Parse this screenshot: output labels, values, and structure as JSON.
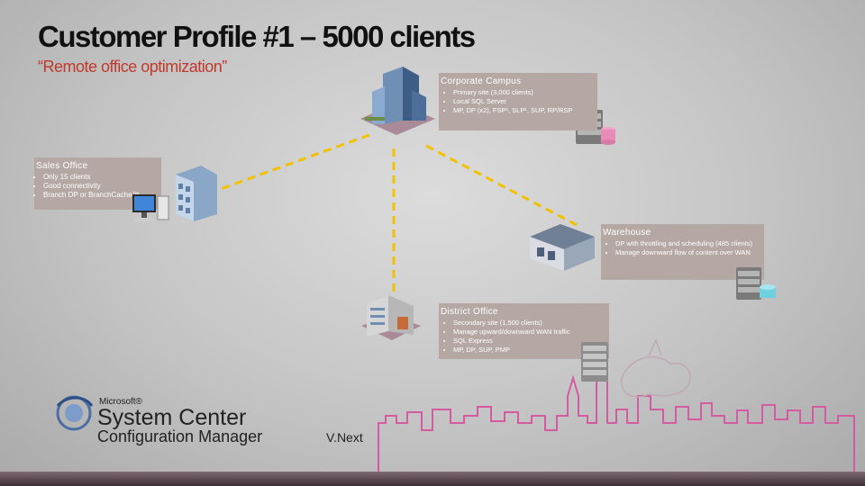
{
  "slide": {
    "title": "Customer Profile #1 – 5000 clients",
    "subtitle": "“Remote office optimization”"
  },
  "sites": {
    "corporate": {
      "heading": "Corporate Campus",
      "bullets": [
        "Primary site (3,000 clients)",
        "Local SQL Server",
        "MP, DP (x2), FSP¹, SLP¹, SUP, RP/RSP"
      ]
    },
    "sales": {
      "heading": "Sales Office",
      "bullets": [
        "Only 15 clients",
        "Good connectivity",
        "Branch DP or BranchCache™"
      ]
    },
    "warehouse": {
      "heading": "Warehouse",
      "bullets": [
        "DP with throttling and scheduling (485 clients)",
        "Manage downward flow of content over WAN"
      ]
    },
    "district": {
      "heading": "District Office",
      "bullets": [
        "Secondary site (1,500 clients)",
        "Manage upward/downward WAN traffic",
        "SQL Express",
        "MP, DP, SUP, PMP"
      ]
    }
  },
  "branding": {
    "microsoft": "Microsoft®",
    "product": "System Center",
    "subproduct": "Configuration Manager",
    "version": "V.Next"
  },
  "colors": {
    "subtitle": "#c0392b",
    "link_dash": "#f2c200",
    "info_box": "#b5a8a4",
    "skyline": "#d45ba2"
  },
  "icons": [
    "office-tower-icon",
    "building-icon",
    "warehouse-icon",
    "office-block-icon",
    "server-icon",
    "database-icon",
    "desktop-computer-icon",
    "system-center-logo-icon"
  ]
}
